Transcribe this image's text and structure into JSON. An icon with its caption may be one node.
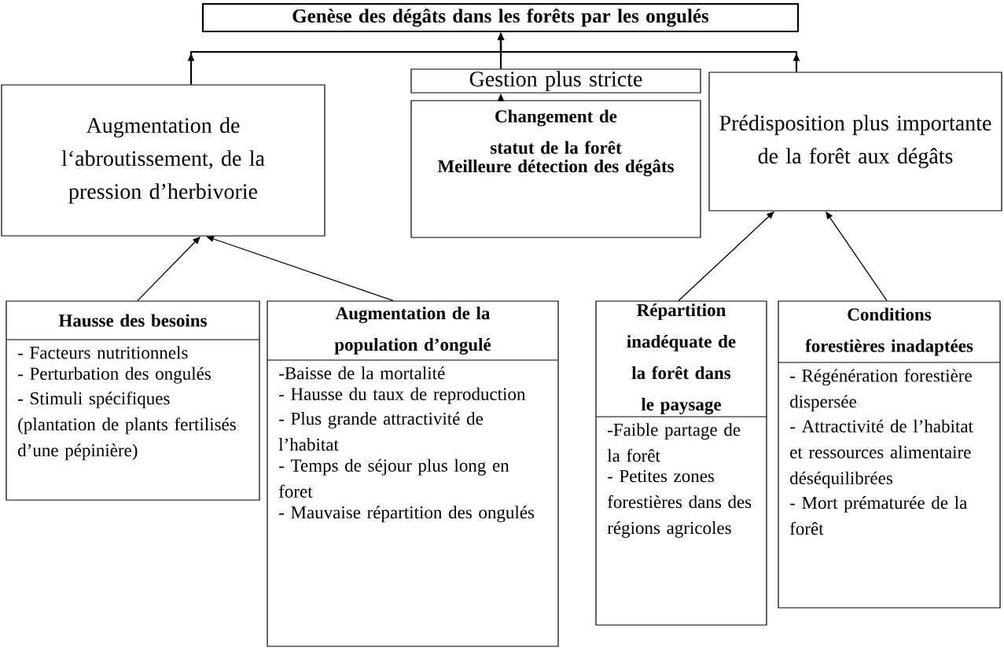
{
  "diagram": {
    "nodes": [
      {
        "text": [
          "Genèse des dégâts dans les forêts par les ongulés"
        ]
      },
      {
        "text": [
          "Augmentation de l‘abroutissement, de la pression d’herbivorie"
        ]
      },
      {
        "text": [
          "Gestion plus stricte"
        ]
      },
      {
        "text": [
          "Prédisposition plus importante de la forêt aux dégâts"
        ]
      },
      {
        "text": [
          "Changement de statut de la forêt",
          "Meilleure détection des dégâts"
        ]
      },
      {
        "text": [
          "Hausse des besoins",
          "- Facteurs nutritionnels",
          "- Perturbation des ongulés",
          "- Stimuli spécifiques (plantation de plants fertilisés d’une pépinière)"
        ]
      },
      {
        "text": [
          "Augmentation de la population d’ongulé",
          "-Baisse de la mortalité",
          "- Hausse du taux de reproduction",
          "- Plus grande attractivité de l’habitat",
          "- Temps de séjour plus long en foret",
          "- Mauvaise répartition des ongulés"
        ]
      },
      {
        "text": [
          "Répartition inadéquate de la forêt dans le paysage",
          "-Faible partage de la forêt",
          "- Petites zones forestières dans des régions agricoles"
        ]
      },
      {
        "text": [
          "Conditions forestières inadaptées",
          "- Régénération forestière dispersée",
          "- Attractivité de l’habitat et ressources alimentaire déséquilibrées",
          "- Mort prématurée de la forêt"
        ]
      }
    ],
    "edges": [
      {
        "from": 1,
        "to": 0,
        "arrow": "to"
      },
      {
        "from": 2,
        "to": 0,
        "arrow": "to"
      },
      {
        "from": 3,
        "to": 0,
        "arrow": "to"
      },
      {
        "from": 4,
        "to": 2,
        "arrow": "to"
      },
      {
        "from": 5,
        "to": 1,
        "arrow": "to"
      },
      {
        "from": 6,
        "to": 1,
        "arrow": "to"
      },
      {
        "from": 7,
        "to": 3,
        "arrow": "to"
      },
      {
        "from": 8,
        "to": 3,
        "arrow": "to"
      }
    ]
  }
}
